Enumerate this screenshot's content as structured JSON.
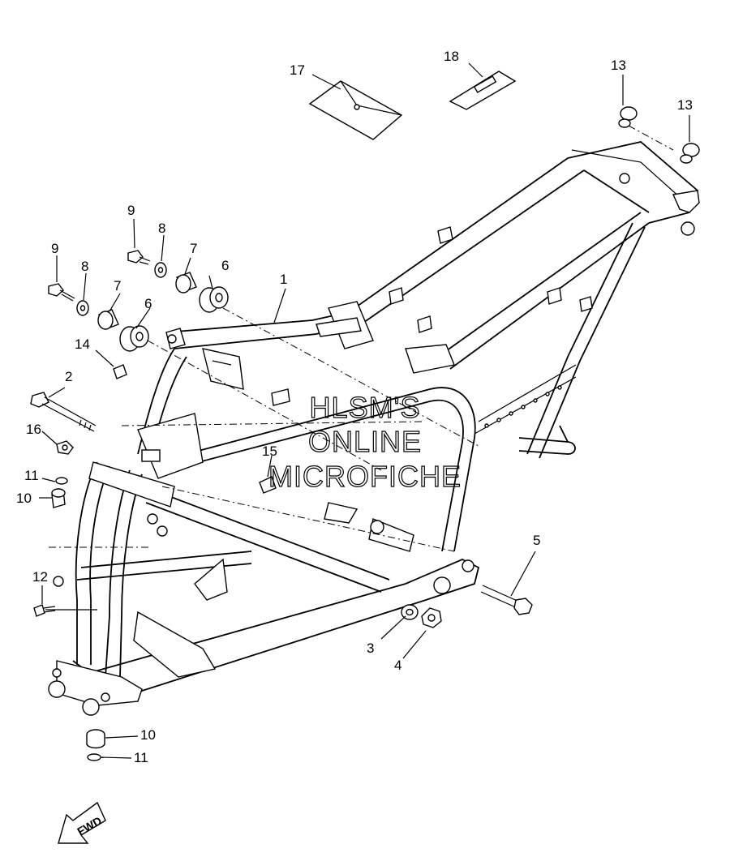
{
  "callouts": [
    {
      "id": "c1",
      "label": "1"
    },
    {
      "id": "c2",
      "label": "2"
    },
    {
      "id": "c3",
      "label": "3"
    },
    {
      "id": "c4",
      "label": "4"
    },
    {
      "id": "c5",
      "label": "5"
    },
    {
      "id": "c6a",
      "label": "6"
    },
    {
      "id": "c6b",
      "label": "6"
    },
    {
      "id": "c7a",
      "label": "7"
    },
    {
      "id": "c7b",
      "label": "7"
    },
    {
      "id": "c8a",
      "label": "8"
    },
    {
      "id": "c8b",
      "label": "8"
    },
    {
      "id": "c9a",
      "label": "9"
    },
    {
      "id": "c9b",
      "label": "9"
    },
    {
      "id": "c10a",
      "label": "10"
    },
    {
      "id": "c10b",
      "label": "10"
    },
    {
      "id": "c11a",
      "label": "11"
    },
    {
      "id": "c11b",
      "label": "11"
    },
    {
      "id": "c12",
      "label": "12"
    },
    {
      "id": "c13a",
      "label": "13"
    },
    {
      "id": "c13b",
      "label": "13"
    },
    {
      "id": "c14",
      "label": "14"
    },
    {
      "id": "c15",
      "label": "15"
    },
    {
      "id": "c16",
      "label": "16"
    },
    {
      "id": "c17",
      "label": "17"
    },
    {
      "id": "c18",
      "label": "18"
    }
  ],
  "watermark": {
    "line1": "HLSM'S",
    "line2": "ONLINE",
    "line3": "MICROFICHE"
  },
  "fwd_label": "FWD"
}
